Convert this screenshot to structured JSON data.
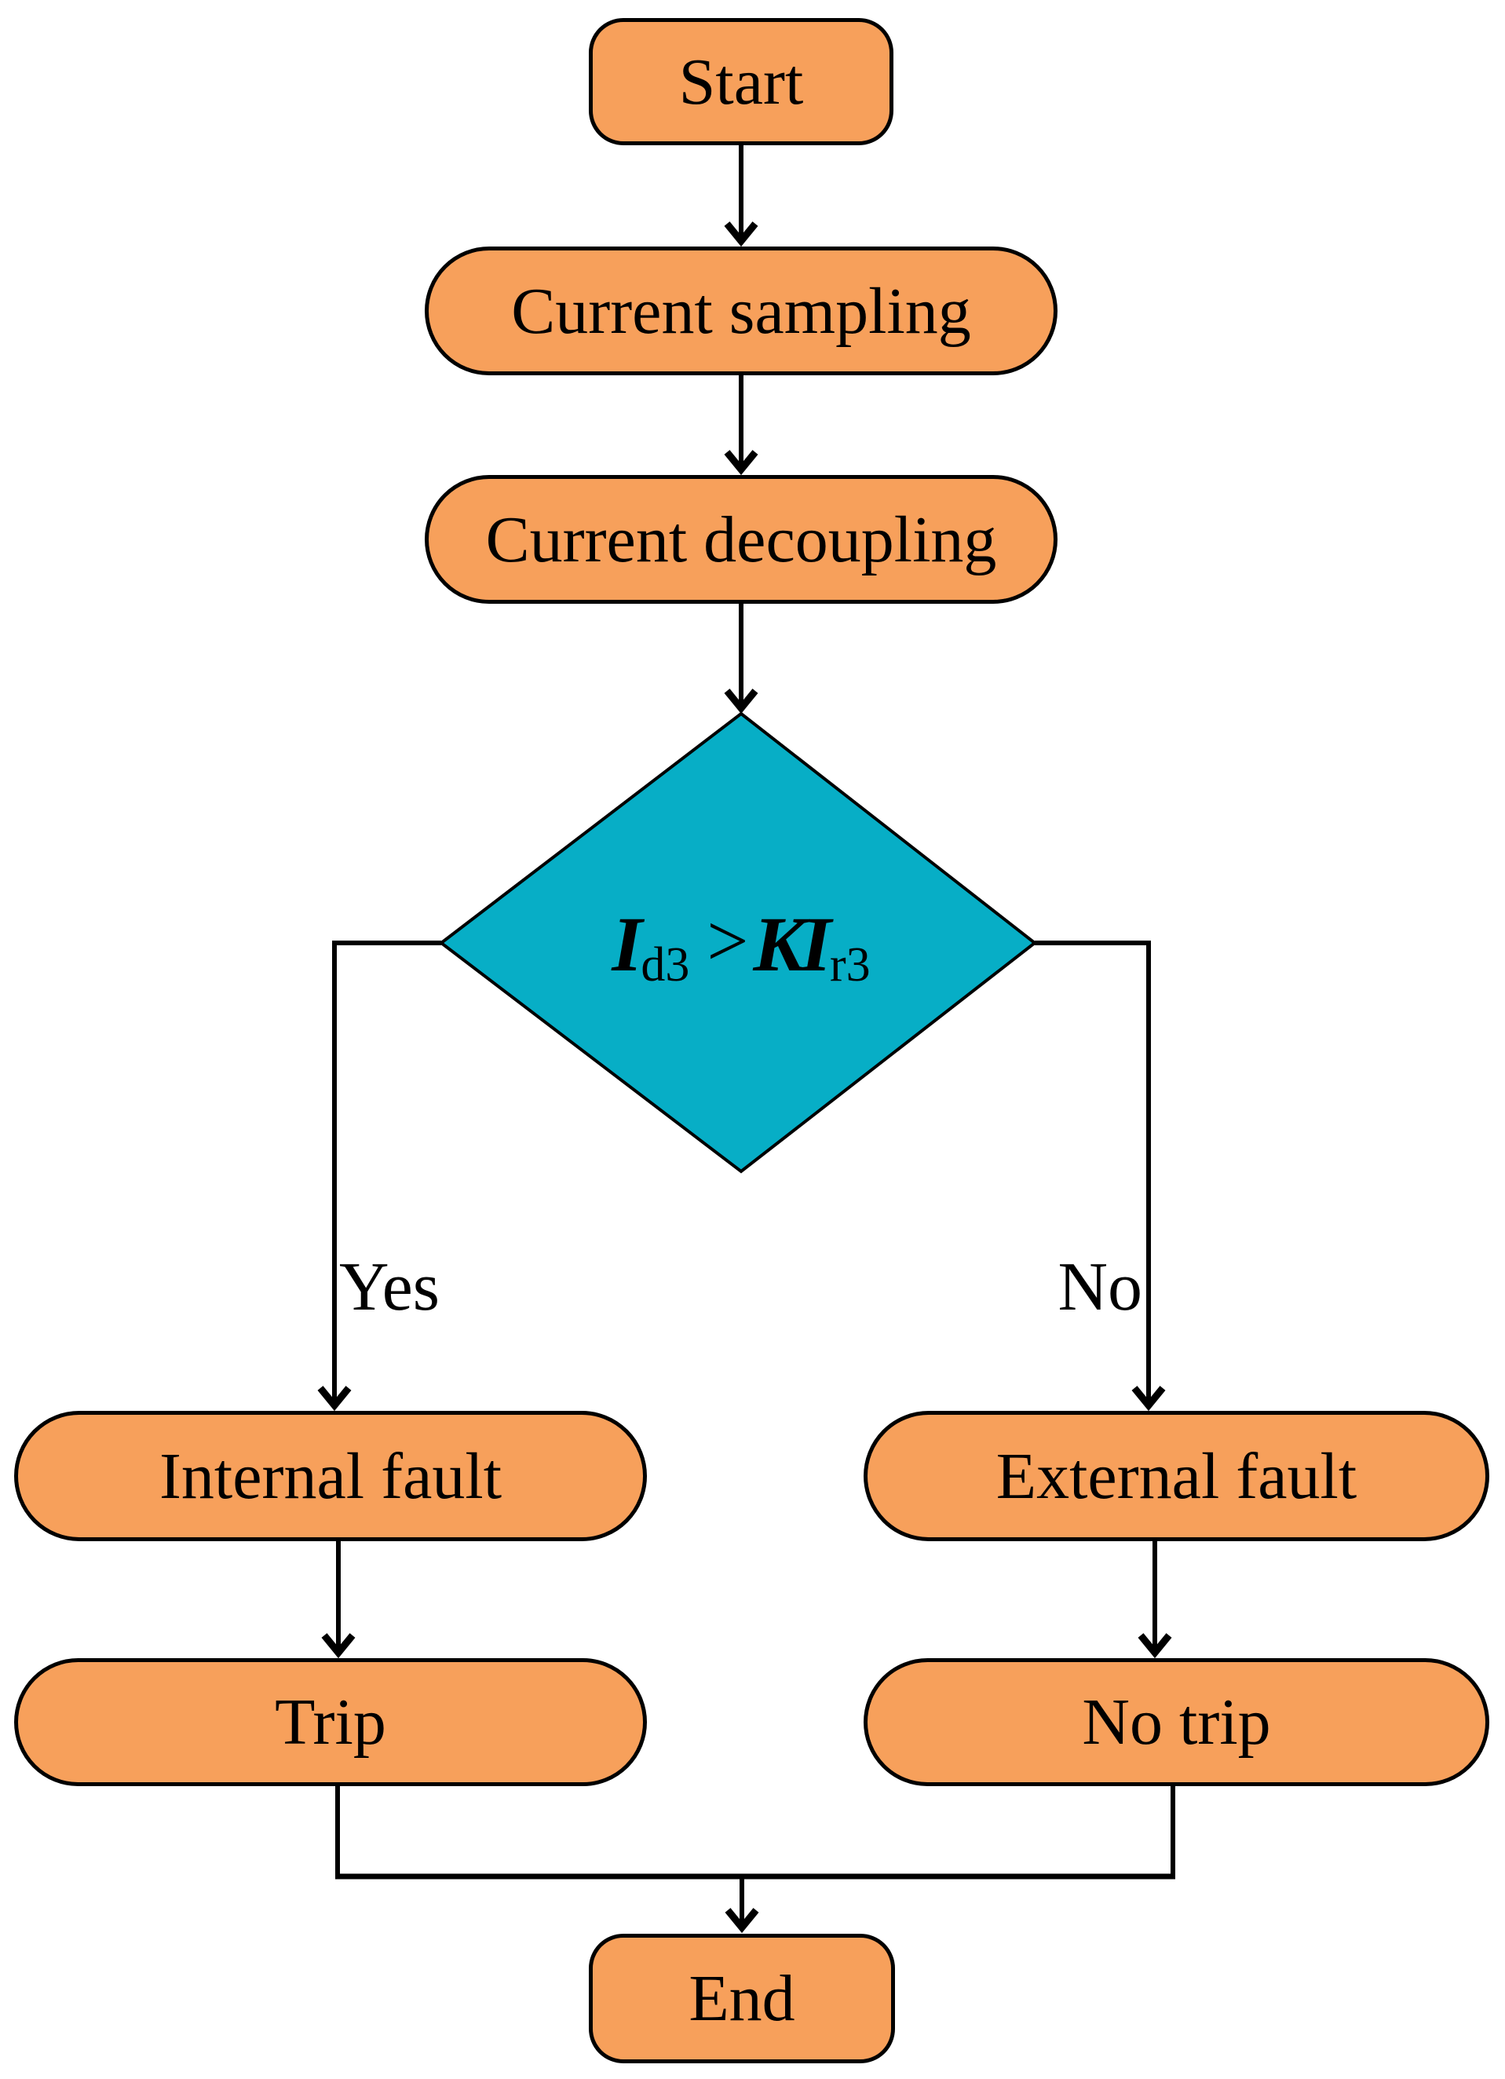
{
  "colors": {
    "node_fill": "#F7A05B",
    "decision_fill": "#07AEC6",
    "line": "#000000"
  },
  "nodes": {
    "start": {
      "label": "Start"
    },
    "current_sampling": {
      "label": "Current sampling"
    },
    "current_decoupling": {
      "label": "Current decoupling"
    },
    "decision": {
      "formula": {
        "base_1": "I",
        "sub_1": "d3",
        "operator": ">",
        "coeff": "K",
        "base_2": "I",
        "sub_2": "r3"
      }
    },
    "internal_fault": {
      "label": "Internal fault"
    },
    "external_fault": {
      "label": "External fault"
    },
    "trip": {
      "label": "Trip"
    },
    "no_trip": {
      "label": "No trip"
    },
    "end": {
      "label": "End"
    }
  },
  "edge_labels": {
    "yes": "Yes",
    "no": "No"
  }
}
